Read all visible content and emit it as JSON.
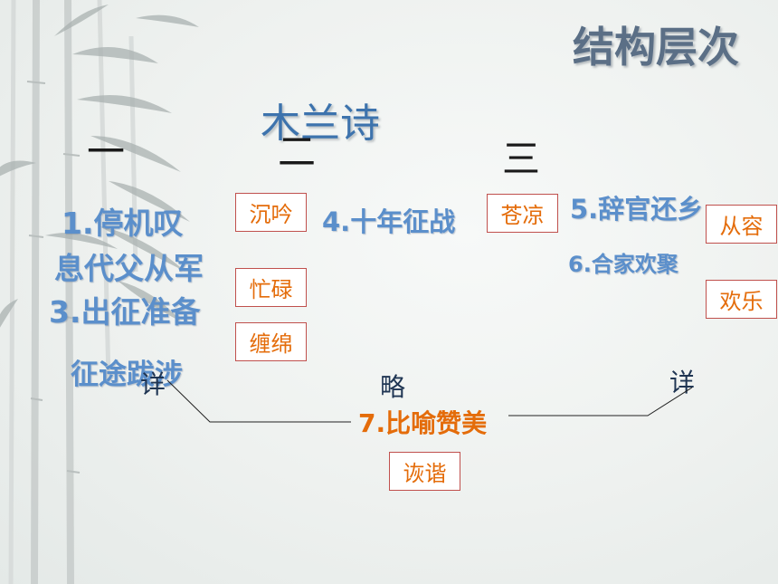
{
  "header": {
    "title": "结构层次",
    "poem_title": "木兰诗"
  },
  "sections": [
    "一",
    "二",
    "三"
  ],
  "items": {
    "i1": "1.停机叹",
    "i2": "息代父从军",
    "i3": "3.出征准备",
    "i4": "征途跋涉",
    "i5": "4.十年征战",
    "i6": "5.辞官还乡",
    "i7": "6.合家欢聚",
    "i8": "7.比喻赞美"
  },
  "tags": {
    "t1": "沉吟",
    "t2": "忙碌",
    "t3": "缠绵",
    "t4": "苍凉",
    "t5": "从容",
    "t6": "欢乐",
    "t7": "诙谐"
  },
  "labels": {
    "detail_left": "详",
    "brief": "略",
    "detail_right": "详"
  },
  "colors": {
    "title_gray": "#5b6f86",
    "blue": "#5b8fcb",
    "orange": "#e46c0a",
    "border": "#c0504d"
  }
}
